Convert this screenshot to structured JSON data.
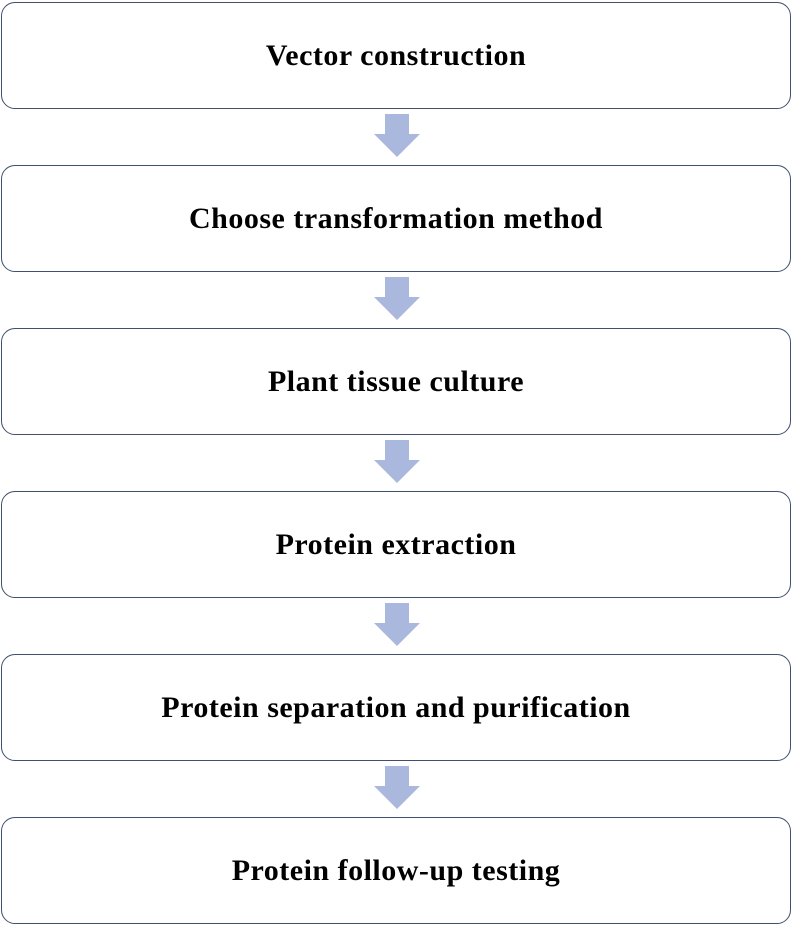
{
  "colors": {
    "box_border": "#3f4f6e",
    "arrow_fill": "#a9b8dc",
    "text": "#000000",
    "background": "#ffffff"
  },
  "steps": [
    {
      "label": "Vector construction"
    },
    {
      "label": "Choose transformation method"
    },
    {
      "label": "Plant tissue culture"
    },
    {
      "label": "Protein extraction"
    },
    {
      "label": "Protein separation and purification"
    },
    {
      "label": "Protein follow-up testing"
    }
  ],
  "connectors": [
    {
      "icon": "arrow-down-icon"
    },
    {
      "icon": "arrow-down-icon"
    },
    {
      "icon": "arrow-down-icon"
    },
    {
      "icon": "arrow-down-icon"
    },
    {
      "icon": "arrow-down-icon"
    }
  ]
}
